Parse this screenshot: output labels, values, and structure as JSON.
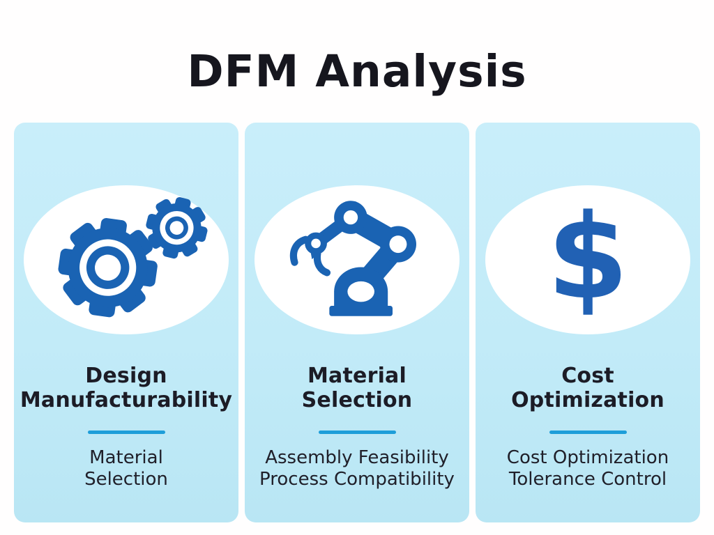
{
  "title": "DFM Analysis",
  "colors": {
    "page_background": "#fffefe",
    "card_background": "#c2ebf8",
    "icon_blue": "#1a63b3",
    "divider_blue": "#1e9ed9",
    "heading_text": "#1c1c26",
    "body_text": "#20202a",
    "ellipse_white": "#ffffff"
  },
  "cards": [
    {
      "icon": "gears",
      "heading_line1": "Design",
      "heading_line2": "Manufacturability",
      "body_line1": "Material",
      "body_line2": "Selection"
    },
    {
      "icon": "robot-arm",
      "heading_line1": "Material",
      "heading_line2": "Selection",
      "body_line1": "Assembly Feasibility",
      "body_line2": "Process Compatibility"
    },
    {
      "icon": "dollar-sign",
      "symbol": "$",
      "heading_line1": "Cost",
      "heading_line2": "Optimization",
      "body_line1": "Cost Optimization",
      "body_line2": "Tolerance Control"
    }
  ]
}
